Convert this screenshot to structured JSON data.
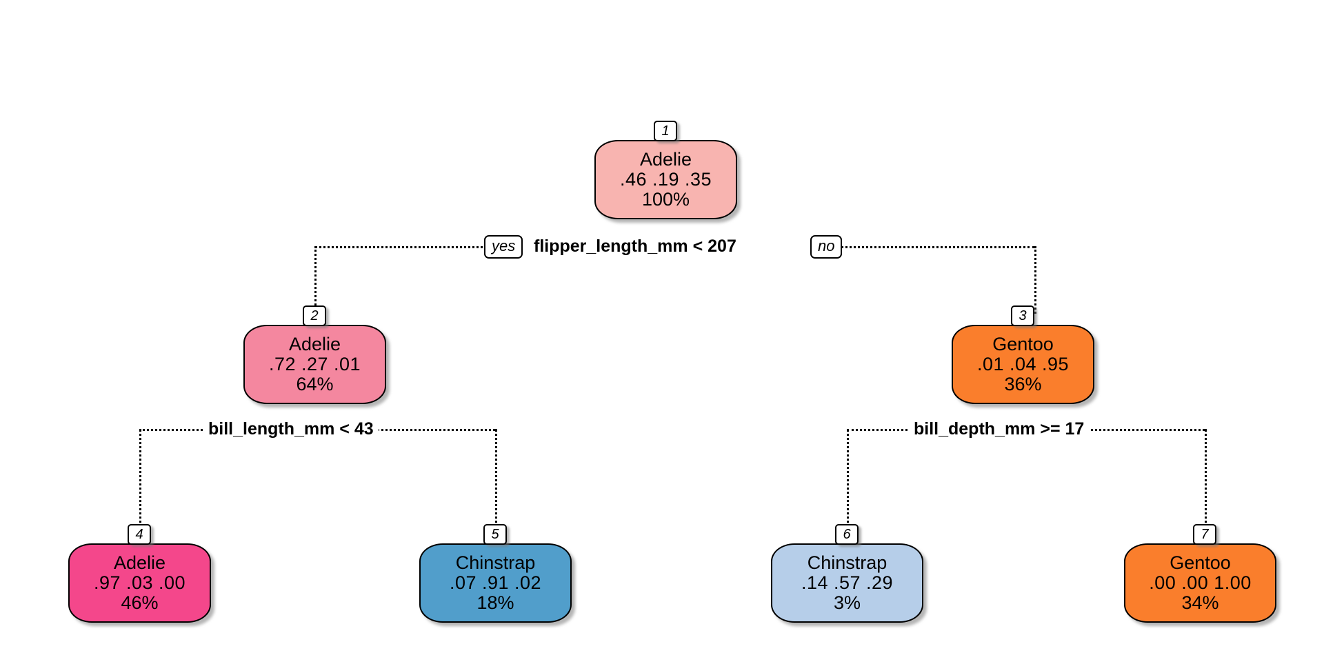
{
  "chart_data": {
    "type": "tree",
    "title": "",
    "class_order": [
      "Adelie",
      "Chinstrap",
      "Gentoo"
    ],
    "nodes": [
      {
        "id": "1",
        "predicted_class": "Adelie",
        "probs": ".46  .19  .35",
        "percent": "100%",
        "fill": "#F8B4B0"
      },
      {
        "id": "2",
        "predicted_class": "Adelie",
        "probs": ".72  .27  .01",
        "percent": "64%",
        "fill": "#F4879F"
      },
      {
        "id": "3",
        "predicted_class": "Gentoo",
        "probs": ".01  .04  .95",
        "percent": "36%",
        "fill": "#FA7E2C"
      },
      {
        "id": "4",
        "predicted_class": "Adelie",
        "probs": ".97  .03  .00",
        "percent": "46%",
        "fill": "#F4478B"
      },
      {
        "id": "5",
        "predicted_class": "Chinstrap",
        "probs": ".07  .91  .02",
        "percent": "18%",
        "fill": "#519ECB"
      },
      {
        "id": "6",
        "predicted_class": "Chinstrap",
        "probs": ".14  .57  .29",
        "percent": "3%",
        "fill": "#B6CEE9"
      },
      {
        "id": "7",
        "predicted_class": "Gentoo",
        "probs": ".00  .00  1.00",
        "percent": "34%",
        "fill": "#FA7E2C"
      }
    ],
    "splits": [
      {
        "id": "root",
        "condition": "flipper_length_mm < 207",
        "yes_label": "yes",
        "no_label": "no"
      },
      {
        "id": "left",
        "condition": "bill_length_mm < 43"
      },
      {
        "id": "right",
        "condition": "bill_depth_mm >= 17"
      }
    ]
  }
}
